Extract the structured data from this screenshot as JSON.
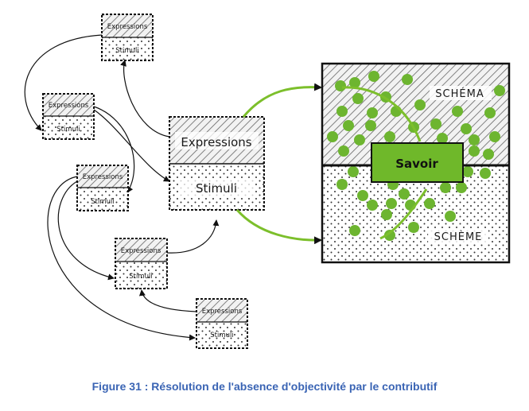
{
  "diagram": {
    "small_box_top_label": "Expressions",
    "small_box_bottom_label": "Stimuli",
    "central_top_label": "Expressions",
    "central_bottom_label": "Stimuli",
    "panel_top_label": "SCHÉMA",
    "panel_bottom_label": "SCHÈME",
    "savoir_label": "Savoir",
    "colors": {
      "green": "#7cbf2b",
      "dot_green": "#6db530",
      "savoir_fill": "#6fb82a",
      "ink": "#111111",
      "caption": "#3a64b4"
    }
  },
  "caption": "Figure 31 : Résolution de l'absence d'objectivité par le contributif"
}
